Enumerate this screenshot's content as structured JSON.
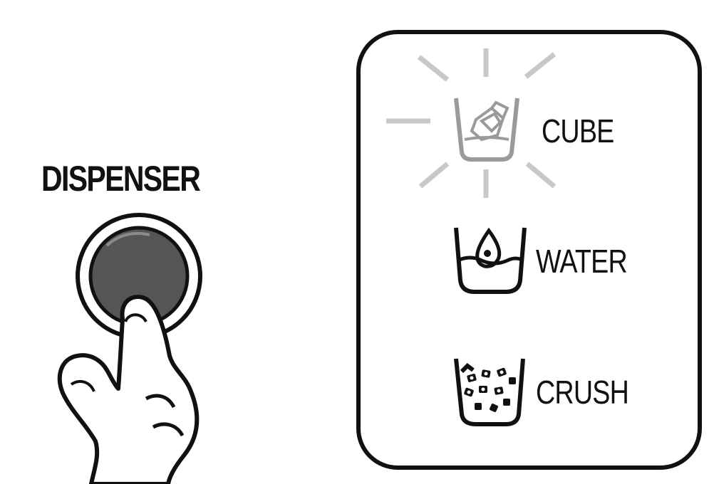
{
  "dispenser": {
    "label": "DISPENSER"
  },
  "panel": {
    "modes": [
      {
        "label": "CUBE",
        "icon": "ice-cube-glass-icon",
        "selected": true
      },
      {
        "label": "WATER",
        "icon": "water-glass-icon",
        "selected": false
      },
      {
        "label": "CRUSH",
        "icon": "crushed-ice-glass-icon",
        "selected": false
      }
    ]
  },
  "colors": {
    "outline": "#111111",
    "button_fill": "#555555",
    "highlight_rays": "#c8c8c8"
  }
}
